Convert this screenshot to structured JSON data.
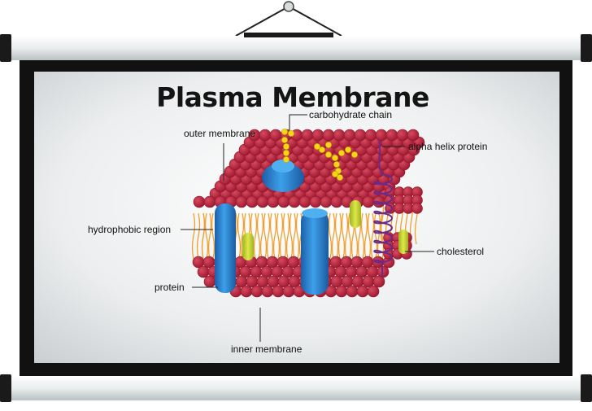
{
  "poster": {
    "title": "Plasma Membrane"
  },
  "labels": {
    "carbohydrate_chain": "carbohydrate chain",
    "outer_membrane": "outer membrane",
    "alpha_helix_protein": "alpha helix protein",
    "hydrophobic_region": "hydrophobic region",
    "cholesterol": "cholesterol",
    "protein": "protein",
    "inner_membrane": "inner membrane"
  },
  "colors": {
    "screen_bg": "#e6e8ea",
    "roller": "#ecefef",
    "frame": "#111111",
    "lipid_head": "#b8203a",
    "lipid_head_shade": "#8e1428",
    "lipid_tail": "#f0a030",
    "protein_blue": "#2f86d3",
    "cholesterol": "#c9d834",
    "carbohydrate": "#f4d616",
    "helix": "#6a2a8a"
  }
}
